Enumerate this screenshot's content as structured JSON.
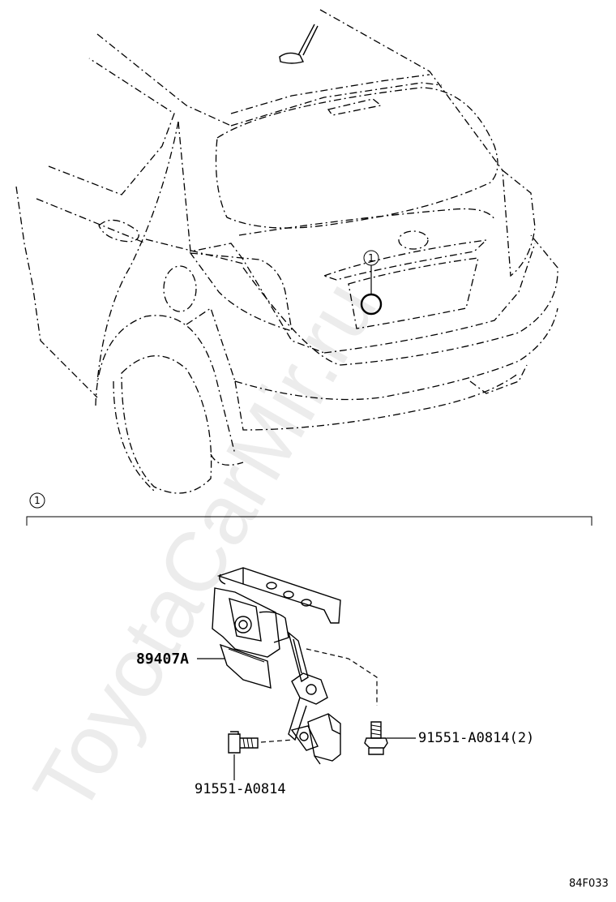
{
  "watermark": "ToyotaCarMir.ru",
  "callout_number": "1",
  "section_marker": "1",
  "parts": {
    "sensor": "89407A",
    "bolt_right": "91551-A0814(2)",
    "bolt_left": "91551-A0814"
  },
  "diagram_code": "84F033"
}
